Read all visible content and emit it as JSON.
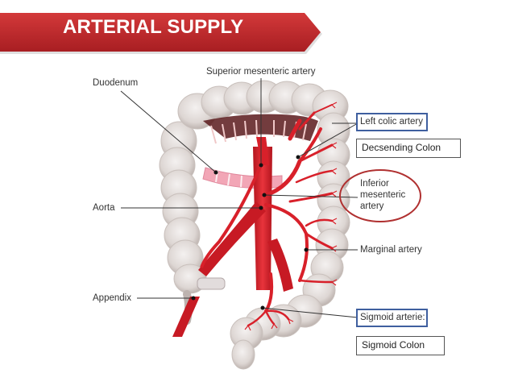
{
  "slide": {
    "title": "ARTERIAL SUPPLY",
    "accent_color": "#c0292b"
  },
  "diagram": {
    "labels": {
      "superior_mesenteric": "Superior mesenteric artery",
      "duodenum": "Duodenum",
      "aorta": "Aorta",
      "appendix": "Appendix",
      "left_colic": "Left colic artery",
      "inferior_mesenteric_1": "Inferior",
      "inferior_mesenteric_2": "mesenteric",
      "inferior_mesenteric_3": "artery",
      "marginal": "Marginal artery",
      "sigmoid": "Sigmoid arterie:"
    },
    "annotations": {
      "descending_colon": "Decsending Colon",
      "sigmoid_colon": "Sigmoid Colon"
    },
    "colors": {
      "artery": "#d8202a",
      "colon": "#d9d3d0",
      "highlight_box": "#3f5f9f",
      "circle": "#b03030"
    }
  }
}
